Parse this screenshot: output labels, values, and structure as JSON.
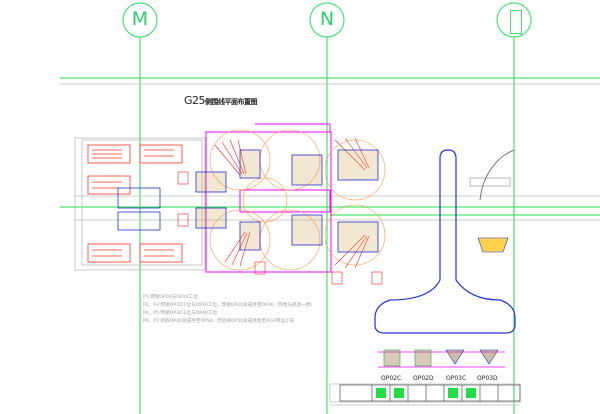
{
  "drawing": {
    "title_code": "G25",
    "title_text": "侧围线平面布置图",
    "grid_axes": [
      {
        "label": "M"
      },
      {
        "label": "N"
      },
      {
        "label": "□"
      }
    ],
    "notes": [
      "P1:焊接OP01与OP10工位",
      "P2、P3:焊接OP10工位与OP20工位，焊接OP20总成件至OP30（焊枪与抓具一体）",
      "P4、P5:焊接OP30工位与OP40工位",
      "P6、P7:抓取OP40总成件至OP50，然后将OP50总成件放至AGV转运小车"
    ],
    "station_labels": [
      "OP02C",
      "OP02D",
      "OP03C",
      "OP03D"
    ],
    "colors": {
      "grid": "#22dd44",
      "equipment": "#ff2222",
      "fence": "#ff00ff",
      "conveyor": "#2233cc",
      "safety": "#ff9944"
    }
  }
}
